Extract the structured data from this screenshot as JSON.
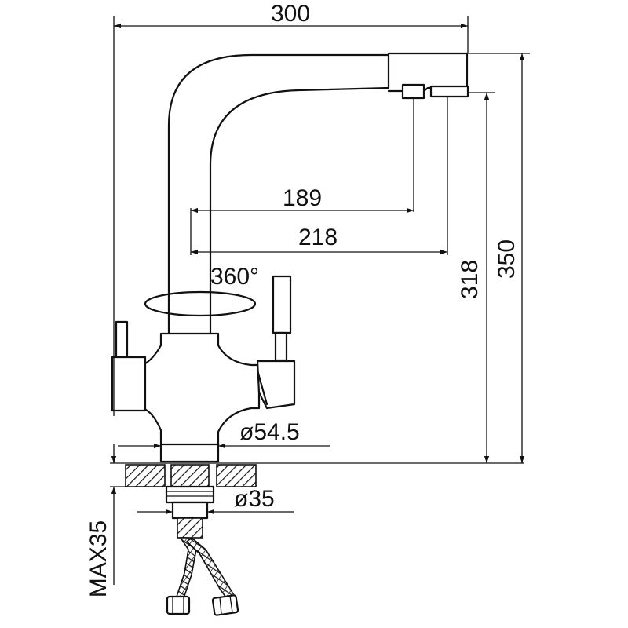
{
  "dimensions": {
    "total_width": "300",
    "spout_reach_1": "189",
    "spout_reach_2": "218",
    "rotation": "360°",
    "outlet_height": "318",
    "total_height": "350",
    "base_diameter": "ø54.5",
    "shank_diameter": "ø35",
    "max_deck_thickness": "MAX35"
  },
  "colors": {
    "line": "#111111",
    "background": "#ffffff"
  }
}
